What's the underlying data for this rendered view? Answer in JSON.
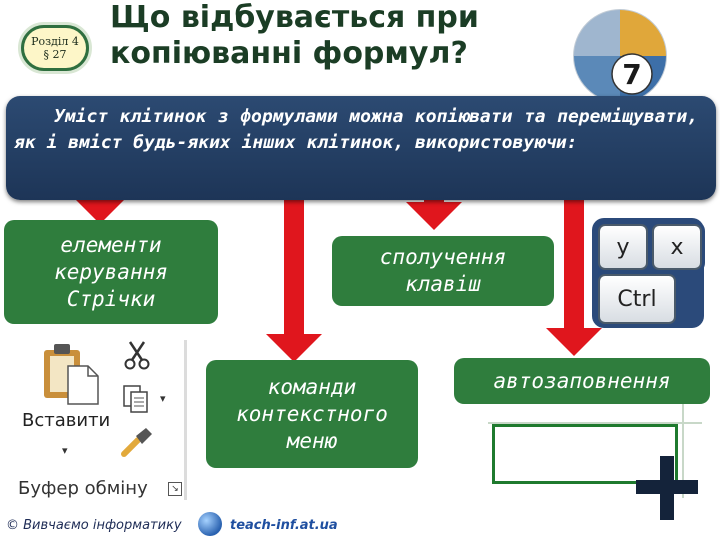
{
  "header": {
    "badge_line1": "Розділ 4",
    "badge_line2": "§ 27",
    "title": "Що відбувається при копіюванні формул?",
    "logo_number": "7"
  },
  "banner": {
    "text": "Уміст клітинок з формулами можна копіювати та переміщувати, як і вміст будь-яких інших клітинок, використовуючи:"
  },
  "options": {
    "ribbon": "елементи керування Стрічки",
    "keys": "сполучення клавіш",
    "context": "команди контекстного меню",
    "autofill": "автозаповнення"
  },
  "keyboard": {
    "key_y": "y",
    "key_x": "x",
    "key_ctrl": "Ctrl"
  },
  "clipboard": {
    "paste_label": "Вставити",
    "group_label": "Буфер обміну",
    "paste_arrow": "▾",
    "launcher": "↘"
  },
  "footer": {
    "left": "© Вивчаємо інформатику",
    "link": "teach-inf.at.ua"
  },
  "colors": {
    "banner": "#1d3557",
    "green_box": "#2f7d3d",
    "arrow": "#e0161d"
  }
}
